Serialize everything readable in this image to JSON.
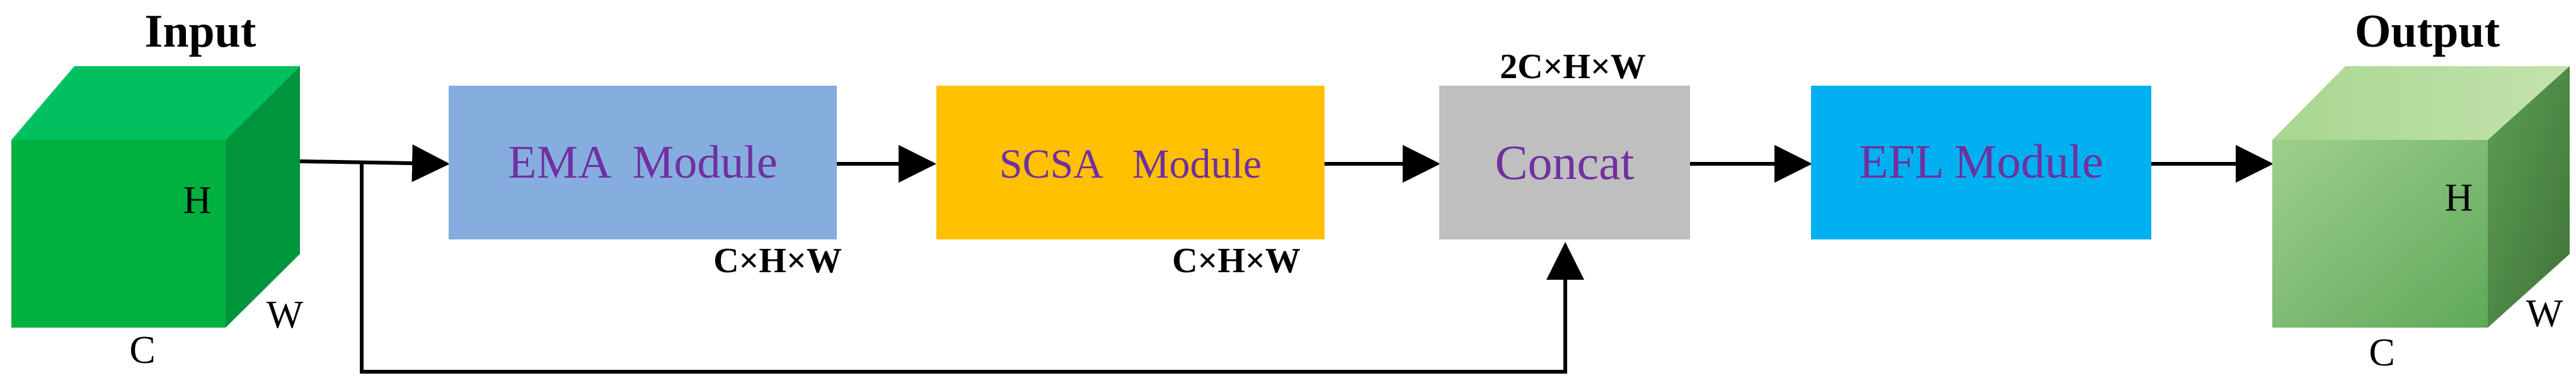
{
  "input": {
    "title": "Input",
    "dims": {
      "h": "H",
      "w": "W",
      "c": "C"
    }
  },
  "output": {
    "title": "Output",
    "dims": {
      "h": "H",
      "w": "W",
      "c": "C"
    }
  },
  "modules": [
    {
      "label": "EMA  Module",
      "fill": "#85AEDF",
      "text_color": "#7030A0"
    },
    {
      "label": "SCSA   Module",
      "fill": "#FFC000",
      "text_color": "#7030A0"
    },
    {
      "label": "Concat",
      "fill": "#BFBFBF",
      "text_color": "#7030A0"
    },
    {
      "label": "EFL Module",
      "fill": "#00B0F0",
      "text_color": "#7030A0"
    }
  ],
  "shape_labels": {
    "ema_out": "C×H×W",
    "scsa_out": "C×H×W",
    "concat_out": "2C×H×W"
  },
  "colors": {
    "input_cube_front": "#00B140",
    "input_cube_top": "#00C060",
    "input_cube_side": "#00953A",
    "output_cube_front": "#7DC07A",
    "output_cube_top": "#A8D68F",
    "output_cube_side": "#4E8C4A",
    "arrow": "#000000"
  }
}
